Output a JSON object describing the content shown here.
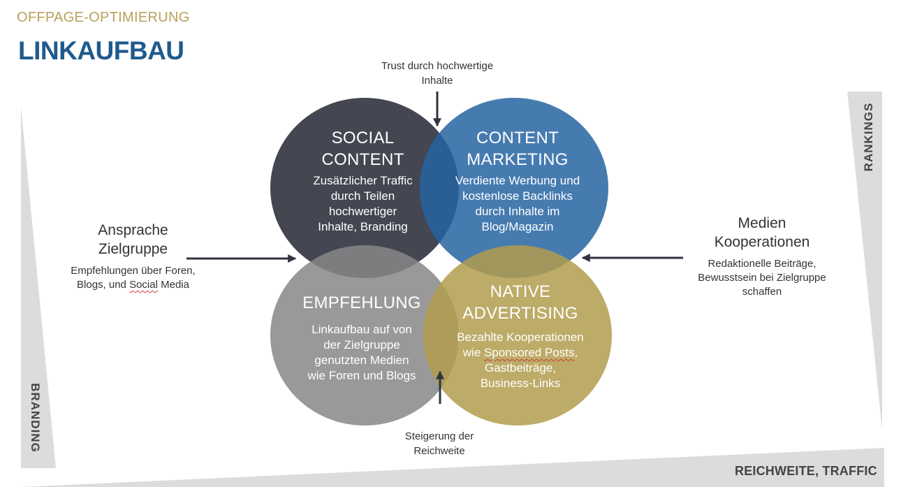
{
  "header": {
    "kicker": "OFFPAGE-OPTIMIERUNG",
    "title": "LINKAUFBAU"
  },
  "axes": {
    "rankings": "RANKINGS",
    "branding": "BRANDING",
    "reach": "REICHWEITE, TRAFFIC"
  },
  "circles": {
    "social": {
      "title_line1": "SOCIAL",
      "title_line2": "CONTENT",
      "desc": [
        "Zusätzlicher Traffic",
        "durch Teilen",
        "hochwertiger",
        "Inhalte, Branding"
      ],
      "color": "#30323e"
    },
    "content": {
      "title_line1": "CONTENT",
      "title_line2": "MARKETING",
      "desc": [
        "Verdiente Werbung und",
        "kostenlose Backlinks",
        "durch Inhalte im",
        "Blog/Magazin"
      ],
      "color": "#2664a2"
    },
    "empfehlung": {
      "title_line1": "EMPFEHLUNG",
      "desc": [
        "Linkaufbau auf von",
        "der Zielgruppe",
        "genutzten Medien",
        "wie Foren und Blogs"
      ],
      "color": "#878787"
    },
    "native": {
      "title_line1": "NATIVE",
      "title_line2": "ADVERTISING",
      "desc": [
        "Bezahlte Kooperationen",
        "wie",
        "Sponsored Posts",
        ",",
        "Gastbeiträge,",
        "Business-Links"
      ],
      "color": "#b29c4e"
    }
  },
  "side_left": {
    "title_line1": "Ansprache",
    "title_line2": "Zielgruppe",
    "desc_line1": "Empfehlungen über Foren,",
    "desc_line2a": "Blogs, und",
    "desc_line2b": "Social",
    "desc_line2c": "Media"
  },
  "side_right": {
    "title_line1": "Medien",
    "title_line2": "Kooperationen",
    "desc": [
      "Redaktionelle Beiträge,",
      "Bewusstsein bei Zielgruppe",
      "schaffen"
    ]
  },
  "notes": {
    "top": [
      "Trust durch hochwertige",
      "Inhalte"
    ],
    "bottom": [
      "Steigerung der",
      "Reichweite"
    ]
  }
}
